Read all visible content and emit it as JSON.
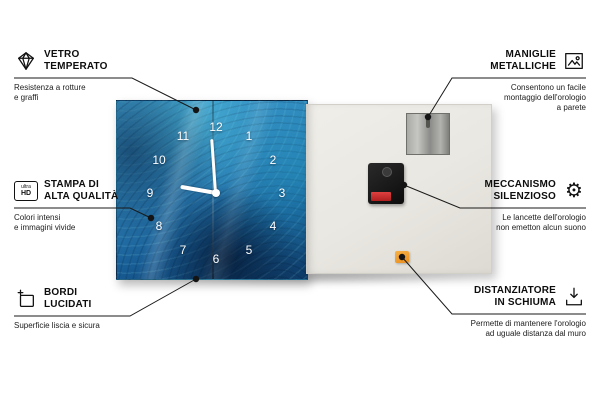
{
  "colors": {
    "background": "#ffffff",
    "glass_blue_light": "#3f9fd0",
    "glass_blue_dark": "#0e3a66",
    "back_panel": "#e9e7e1",
    "metal_plate": "#a9a9a6",
    "mechanism_black": "#0c0c0c",
    "battery_red": "#c62828",
    "foam_orange": "#f09c2f",
    "line_color": "#1a1a1a"
  },
  "icons": {
    "gear_glyph": "⚙",
    "ultra_hd_top": "ultra",
    "ultra_hd_bottom": "HD"
  },
  "product": {
    "clock_numbers": [
      "12",
      "1",
      "2",
      "3",
      "4",
      "5",
      "6",
      "7",
      "8",
      "9",
      "10",
      "11"
    ]
  },
  "callouts": [
    {
      "id": "vetro-temperato",
      "icon": "diamond-icon",
      "line1": "VETRO",
      "line2": "TEMPERATO",
      "subtitle": "Resistenza a rotture\ne graffi"
    },
    {
      "id": "stampa-di-alta-qualita",
      "icon": "ultra-hd-icon",
      "line1": "STAMPA DI",
      "line2": "ALTA QUALITÀ",
      "subtitle": "Colori intensi\ne immagini vivide"
    },
    {
      "id": "bordi-lucidati",
      "icon": "polished-edge-icon",
      "line1": "BORDI",
      "line2": "LUCIDATI",
      "subtitle": "Superficie liscia e sicura"
    },
    {
      "id": "maniglie-metalliche",
      "icon": "picture-frame-icon",
      "line1": "MANIGLIE",
      "line2": "METALLICHE",
      "subtitle": "Consentono un facile\nmontaggio dell'orologio\na parete"
    },
    {
      "id": "meccanismo-silenzioso",
      "icon": "gear-icon",
      "line1": "MECCANISMO",
      "line2": "SILENZIOSO",
      "subtitle": "Le lancette dell'orologio\nnon emetton alcun suono"
    },
    {
      "id": "distanziatore-in-schiuma",
      "icon": "down-arrow-spacer-icon",
      "line1": "DISTANZIATORE",
      "line2": "IN SCHIUMA",
      "subtitle": "Permette di mantenere l'orologio\nad uguale distanza dal muro"
    }
  ]
}
